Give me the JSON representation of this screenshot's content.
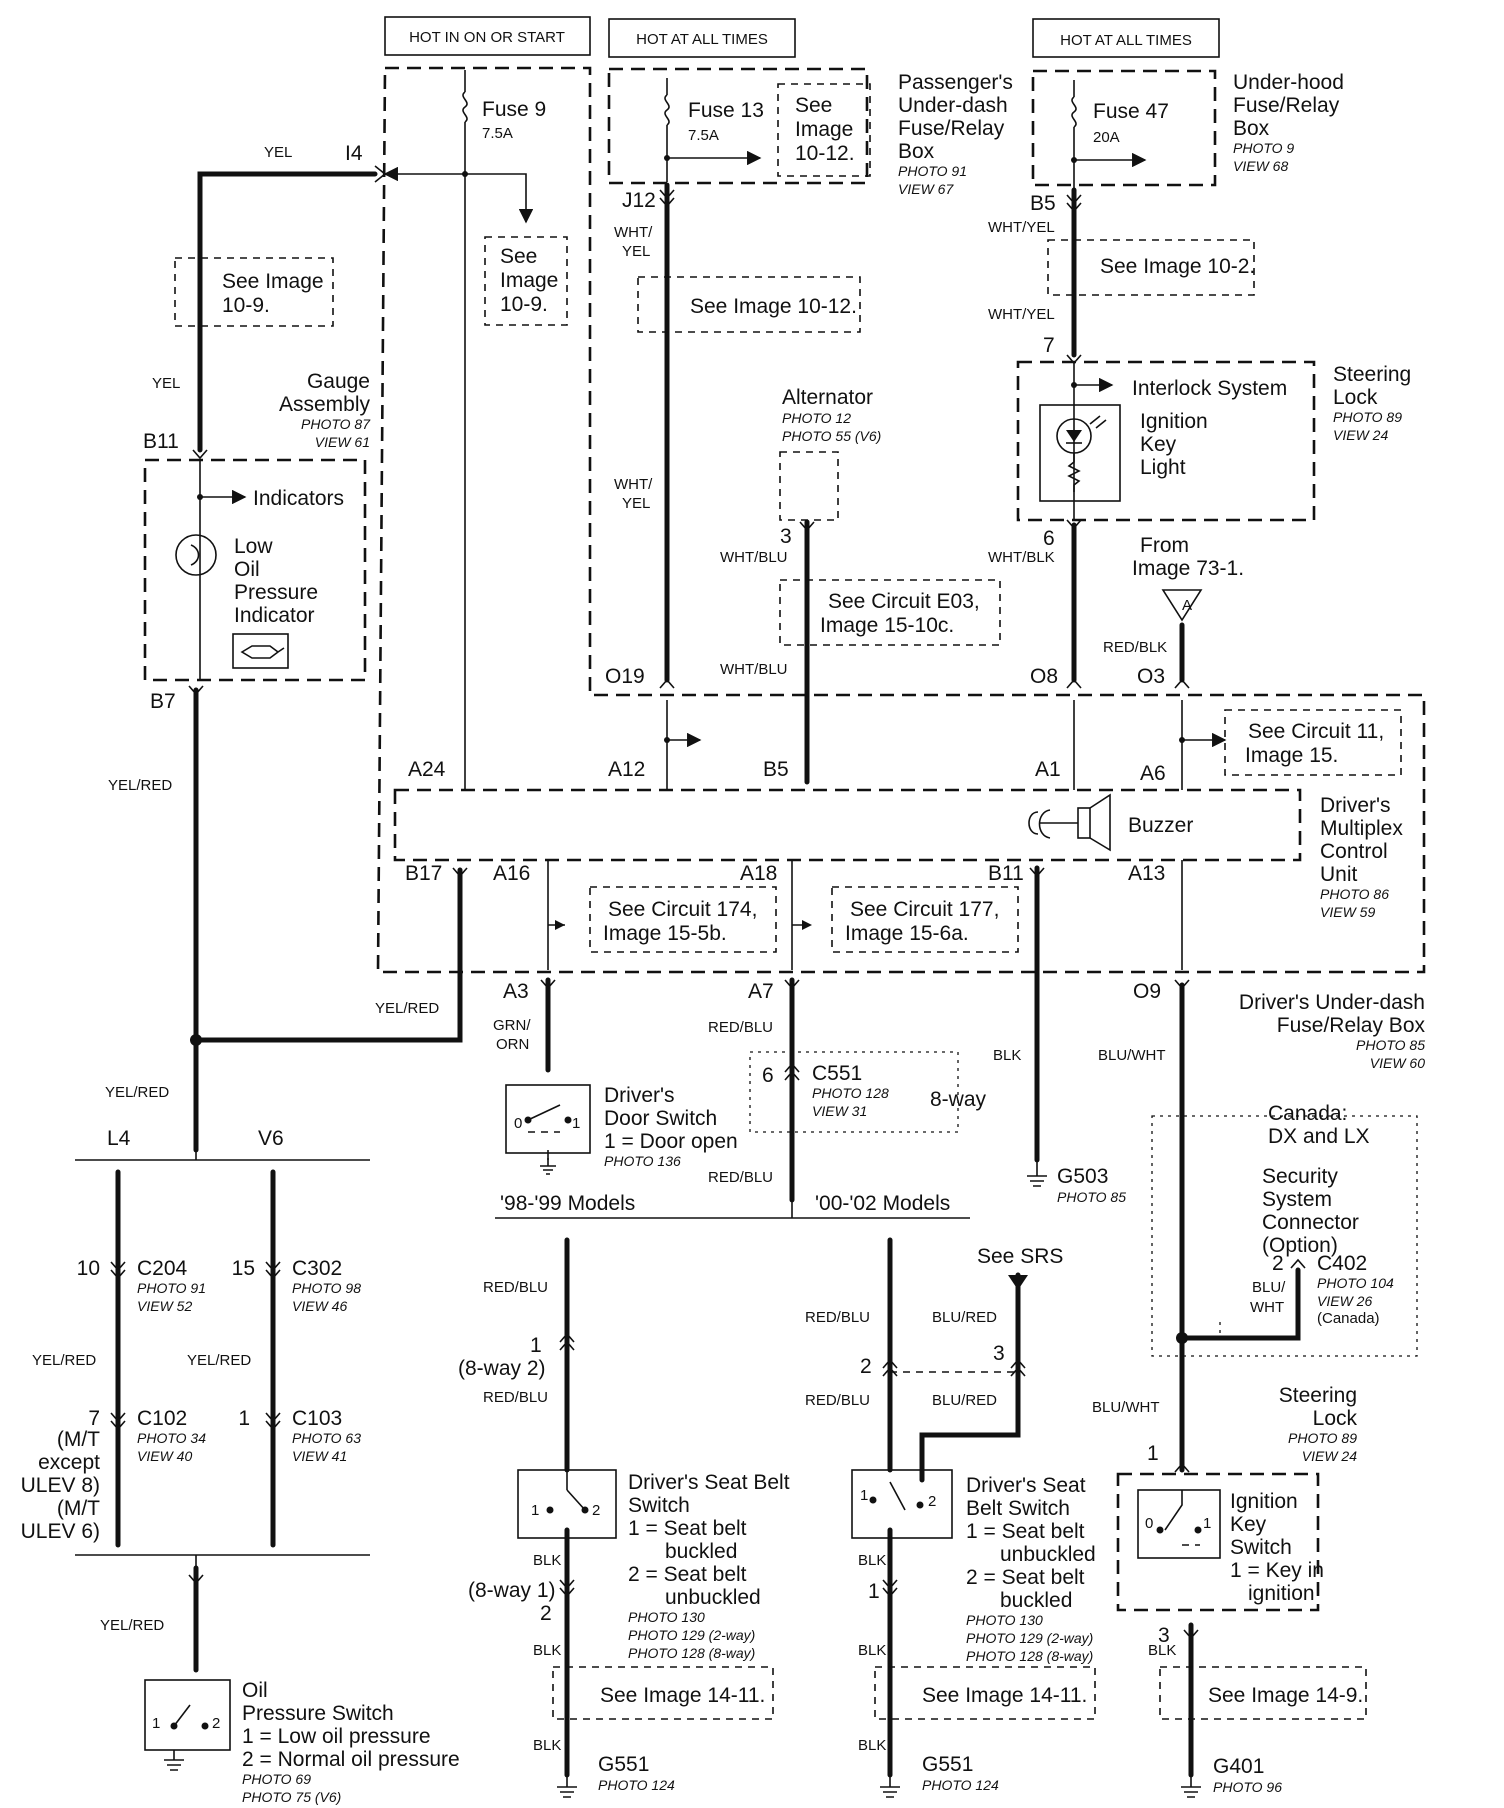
{
  "headers": {
    "hot_on_start": "HOT IN ON OR START",
    "hot_all_1": "HOT AT ALL TIMES",
    "hot_all_2": "HOT AT ALL TIMES"
  },
  "fuses": {
    "f9_name": "Fuse 9",
    "f9_amp": "7.5A",
    "f13_name": "Fuse 13",
    "f13_amp": "7.5A",
    "f47_name": "Fuse 47",
    "f47_amp": "20A"
  },
  "boxes": {
    "passenger_l1": "Passenger's",
    "passenger_l2": "Under-dash",
    "passenger_l3": "Fuse/Relay",
    "passenger_l4": "Box",
    "passenger_photo": "PHOTO 91",
    "passenger_view": "VIEW 67",
    "underhood_l1": "Under-hood",
    "underhood_l2": "Fuse/Relay",
    "underhood_l3": "Box",
    "underhood_photo": "PHOTO 9",
    "underhood_view": "VIEW 68",
    "driver_box_l1": "Driver's Under-dash",
    "driver_box_l2": "Fuse/Relay Box",
    "driver_box_photo": "PHOTO 85",
    "driver_box_view": "VIEW 60"
  },
  "refs": {
    "see_10_12_a_l1": "See",
    "see_10_12_a_l2": "Image",
    "see_10_12_a_l3": "10-12.",
    "see_10_9_left_l1": "See Image",
    "see_10_9_left_l2": "10-9.",
    "see_10_9_mid_l1": "See",
    "see_10_9_mid_l2": "Image",
    "see_10_9_mid_l3": "10-9.",
    "see_10_12_b": "See Image 10-12.",
    "see_10_2": "See Image 10-2.",
    "see_e03_l1": "See Circuit E03,",
    "see_e03_l2": "Image 15-10c.",
    "see_c11_l1": "See Circuit 11,",
    "see_c11_l2": "Image 15.",
    "see_c174_l1": "See Circuit 174,",
    "see_c174_l2": "Image 15-5b.",
    "see_c177_l1": "See Circuit 177,",
    "see_c177_l2": "Image 15-6a.",
    "see_14_11_a": "See Image 14-11.",
    "see_14_11_b": "See Image 14-11.",
    "see_14_9": "See Image 14-9.",
    "from_l1": "From",
    "from_l2": "Image 73-1.",
    "see_srs": "See SRS"
  },
  "components": {
    "gauge_l1": "Gauge",
    "gauge_l2": "Assembly",
    "gauge_photo": "PHOTO 87",
    "gauge_view": "VIEW 61",
    "indicators": "Indicators",
    "low_oil_l1": "Low",
    "low_oil_l2": "Oil",
    "low_oil_l3": "Pressure",
    "low_oil_l4": "Indicator",
    "alternator": "Alternator",
    "alternator_photo1": "PHOTO 12",
    "alternator_photo2": "PHOTO 55 (V6)",
    "interlock": "Interlock System",
    "ign_light_l1": "Ignition",
    "ign_light_l2": "Key",
    "ign_light_l3": "Light",
    "steering_l1": "Steering",
    "steering_l2": "Lock",
    "steering_photo": "PHOTO 89",
    "steering_view": "VIEW 24",
    "buzzer": "Buzzer",
    "mcu_l1": "Driver's",
    "mcu_l2": "Multiplex",
    "mcu_l3": "Control",
    "mcu_l4": "Unit",
    "mcu_photo": "PHOTO 86",
    "mcu_view": "VIEW 59",
    "door_l1": "Driver's",
    "door_l2": "Door Switch",
    "door_l3": "1 = Door open",
    "door_photo": "PHOTO 136",
    "canada_l1": "Canada:",
    "canada_l2": "DX and LX",
    "sec_l1": "Security",
    "sec_l2": "System",
    "sec_l3": "Connector",
    "sec_l4": "(Option)",
    "steering2_l1": "Steering",
    "steering2_l2": "Lock",
    "steering2_photo": "PHOTO 89",
    "steering2_view": "VIEW 24",
    "ign_sw_l1": "Ignition",
    "ign_sw_l2": "Key",
    "ign_sw_l3": "Switch",
    "ign_sw_l4": "1 = Key in",
    "ign_sw_l5": "ignition",
    "seat1_l1": "Driver's Seat Belt",
    "seat1_l2": "Switch",
    "seat1_l3": "1 = Seat belt",
    "seat1_l4": "buckled",
    "seat1_l5": "2 = Seat belt",
    "seat1_l6": "unbuckled",
    "seat1_p1": "PHOTO 130",
    "seat1_p2": "PHOTO 129 (2-way)",
    "seat1_p3": "PHOTO 128 (8-way)",
    "seat2_l1": "Driver's Seat",
    "seat2_l2": "Belt Switch",
    "seat2_l3": "1 = Seat belt",
    "seat2_l4": "unbuckled",
    "seat2_l5": "2 = Seat belt",
    "seat2_l6": "buckled",
    "seat2_p1": "PHOTO 130",
    "seat2_p2": "PHOTO 129 (2-way)",
    "seat2_p3": "PHOTO 128 (8-way)",
    "oil_sw_l1": "Oil",
    "oil_sw_l2": "Pressure Switch",
    "oil_sw_l3": "1 = Low oil pressure",
    "oil_sw_l4": "2 = Normal oil pressure",
    "oil_sw_p1": "PHOTO 69",
    "oil_sw_p2": "PHOTO 75 (V6)",
    "models_98": "'98-'99 Models",
    "models_00": "'00-'02 Models",
    "l4": "L4",
    "v6": "V6",
    "mt_l1": "(M/T",
    "mt_l2": "except",
    "mt_l3": "ULEV 8)",
    "mt_l4": "(M/T",
    "mt_l5": "ULEV 6)"
  },
  "connectors": {
    "i4": "I4",
    "j12": "J12",
    "b5_top": "B5",
    "pin7": "7",
    "pin6": "6",
    "b11_top": "B11",
    "b7": "B7",
    "o19": "O19",
    "o8": "O8",
    "o3": "O3",
    "a24": "A24",
    "a12": "A12",
    "b5_mcu": "B5",
    "a1": "A1",
    "a6": "A6",
    "b17": "B17",
    "a16": "A16",
    "a18": "A18",
    "b11_mcu": "B11",
    "a13": "A13",
    "a3": "A3",
    "a7": "A7",
    "o9": "O9",
    "alt_pin": "3",
    "c551_pin": "6",
    "c551": "C551",
    "c551_photo": "PHOTO 128",
    "c551_view": "VIEW 31",
    "eight_way": "8-way",
    "g503": "G503",
    "g503_photo": "PHOTO 85",
    "c402_pin": "2",
    "c402": "C402",
    "c402_photo": "PHOTO 104",
    "c402_view": "VIEW 26",
    "c402_canada": "(Canada)",
    "c204_pin": "10",
    "c204": "C204",
    "c204_photo": "PHOTO 91",
    "c204_view": "VIEW 52",
    "c302_pin": "15",
    "c302": "C302",
    "c302_photo": "PHOTO 98",
    "c302_view": "VIEW 46",
    "c102_pin": "7",
    "c102": "C102",
    "c102_photo": "PHOTO 34",
    "c102_view": "VIEW 40",
    "c103_pin": "1",
    "c103": "C103",
    "c103_photo": "PHOTO 63",
    "c103_view": "VIEW 41",
    "s1_pin1": "1",
    "s1_8way2": "(8-way 2)",
    "s1_8way1": "(8-way 1)",
    "s1_pin2": "2",
    "s2_pin2": "2",
    "s2_pin3": "3",
    "s2_pin1": "1",
    "ign_pin1": "1",
    "ign_pin3": "3",
    "g551_a": "G551",
    "g551_a_photo": "PHOTO 124",
    "g551_b": "G551",
    "g551_b_photo": "PHOTO 124",
    "g401": "G401",
    "g401_photo": "PHOTO 96",
    "a_flag": "A",
    "sw_0": "0",
    "sw_1": "1",
    "sw_2": "2"
  },
  "wires": {
    "yel_top": "YEL",
    "yel_mid": "YEL",
    "wht_yel_1a": "WHT/",
    "wht_yel_1b": "YEL",
    "wht_yel_2a": "WHT/",
    "wht_yel_2b": "YEL",
    "wht_yel_3": "WHT/YEL",
    "wht_yel_4": "WHT/YEL",
    "wht_blu_1": "WHT/BLU",
    "wht_blu_2": "WHT/BLU",
    "wht_blk": "WHT/BLK",
    "red_blk": "RED/BLK",
    "yel_red_1": "YEL/RED",
    "yel_red_2": "YEL/RED",
    "yel_red_3": "YEL/RED",
    "yel_red_4": "YEL/RED",
    "yel_red_5": "YEL/RED",
    "yel_red_6": "YEL/RED",
    "grn_orn_a": "GRN/",
    "grn_orn_b": "ORN",
    "red_blu_1": "RED/BLU",
    "red_blu_2": "RED/BLU",
    "red_blu_3": "RED/BLU",
    "red_blu_4": "RED/BLU",
    "red_blu_5": "RED/BLU",
    "red_blu_6": "RED/BLU",
    "blu_red_1": "BLU/RED",
    "blu_red_2": "BLU/RED",
    "blk_1": "BLK",
    "blk_2": "BLK",
    "blk_3": "BLK",
    "blk_4": "BLK",
    "blk_5": "BLK",
    "blk_6": "BLK",
    "blk_7": "BLK",
    "blk_8": "BLK",
    "blu_wht_1": "BLU/WHT",
    "blu_wht_2": "BLU/WHT",
    "blu_wht_3a": "BLU/",
    "blu_wht_3b": "WHT"
  }
}
